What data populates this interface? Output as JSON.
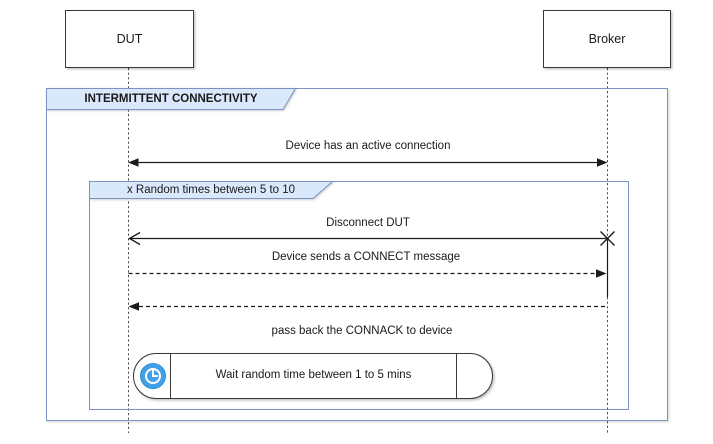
{
  "diagram": {
    "type": "sequence-diagram",
    "actors": [
      {
        "name": "DUT"
      },
      {
        "name": "Broker"
      }
    ],
    "outer_frame": {
      "title": "INTERMITTENT CONNECTIVITY"
    },
    "loop_frame": {
      "title": "x Random times between 5 to 10"
    },
    "messages": [
      {
        "label": "Device has an active connection",
        "from": "DUT",
        "to": "Broker",
        "line": "solid",
        "arrowheads": "both-filled"
      },
      {
        "label": "Disconnect DUT",
        "from": "Broker",
        "to": "DUT",
        "line": "solid",
        "arrowheads": "open-left",
        "end_marker": "lost-x-at-broker"
      },
      {
        "label": "Device sends a CONNECT message",
        "from": "DUT",
        "to": "Broker",
        "line": "dashed",
        "arrowheads": "filled-right"
      },
      {
        "label": "pass back the CONNACK to device",
        "from": "Broker",
        "to": "DUT",
        "line": "dashed",
        "arrowheads": "filled-left",
        "label_position": "below"
      }
    ],
    "delay_note": {
      "label": "Wait random time between 1 to 5 mins",
      "icon": "clock-icon"
    },
    "colors": {
      "frame_border": "#7d92c4",
      "frame_label_fill": "#dae8fc",
      "shape_border": "#383838",
      "line_color": "#1a1a1a",
      "clock_blue": "#41a0e6"
    }
  }
}
